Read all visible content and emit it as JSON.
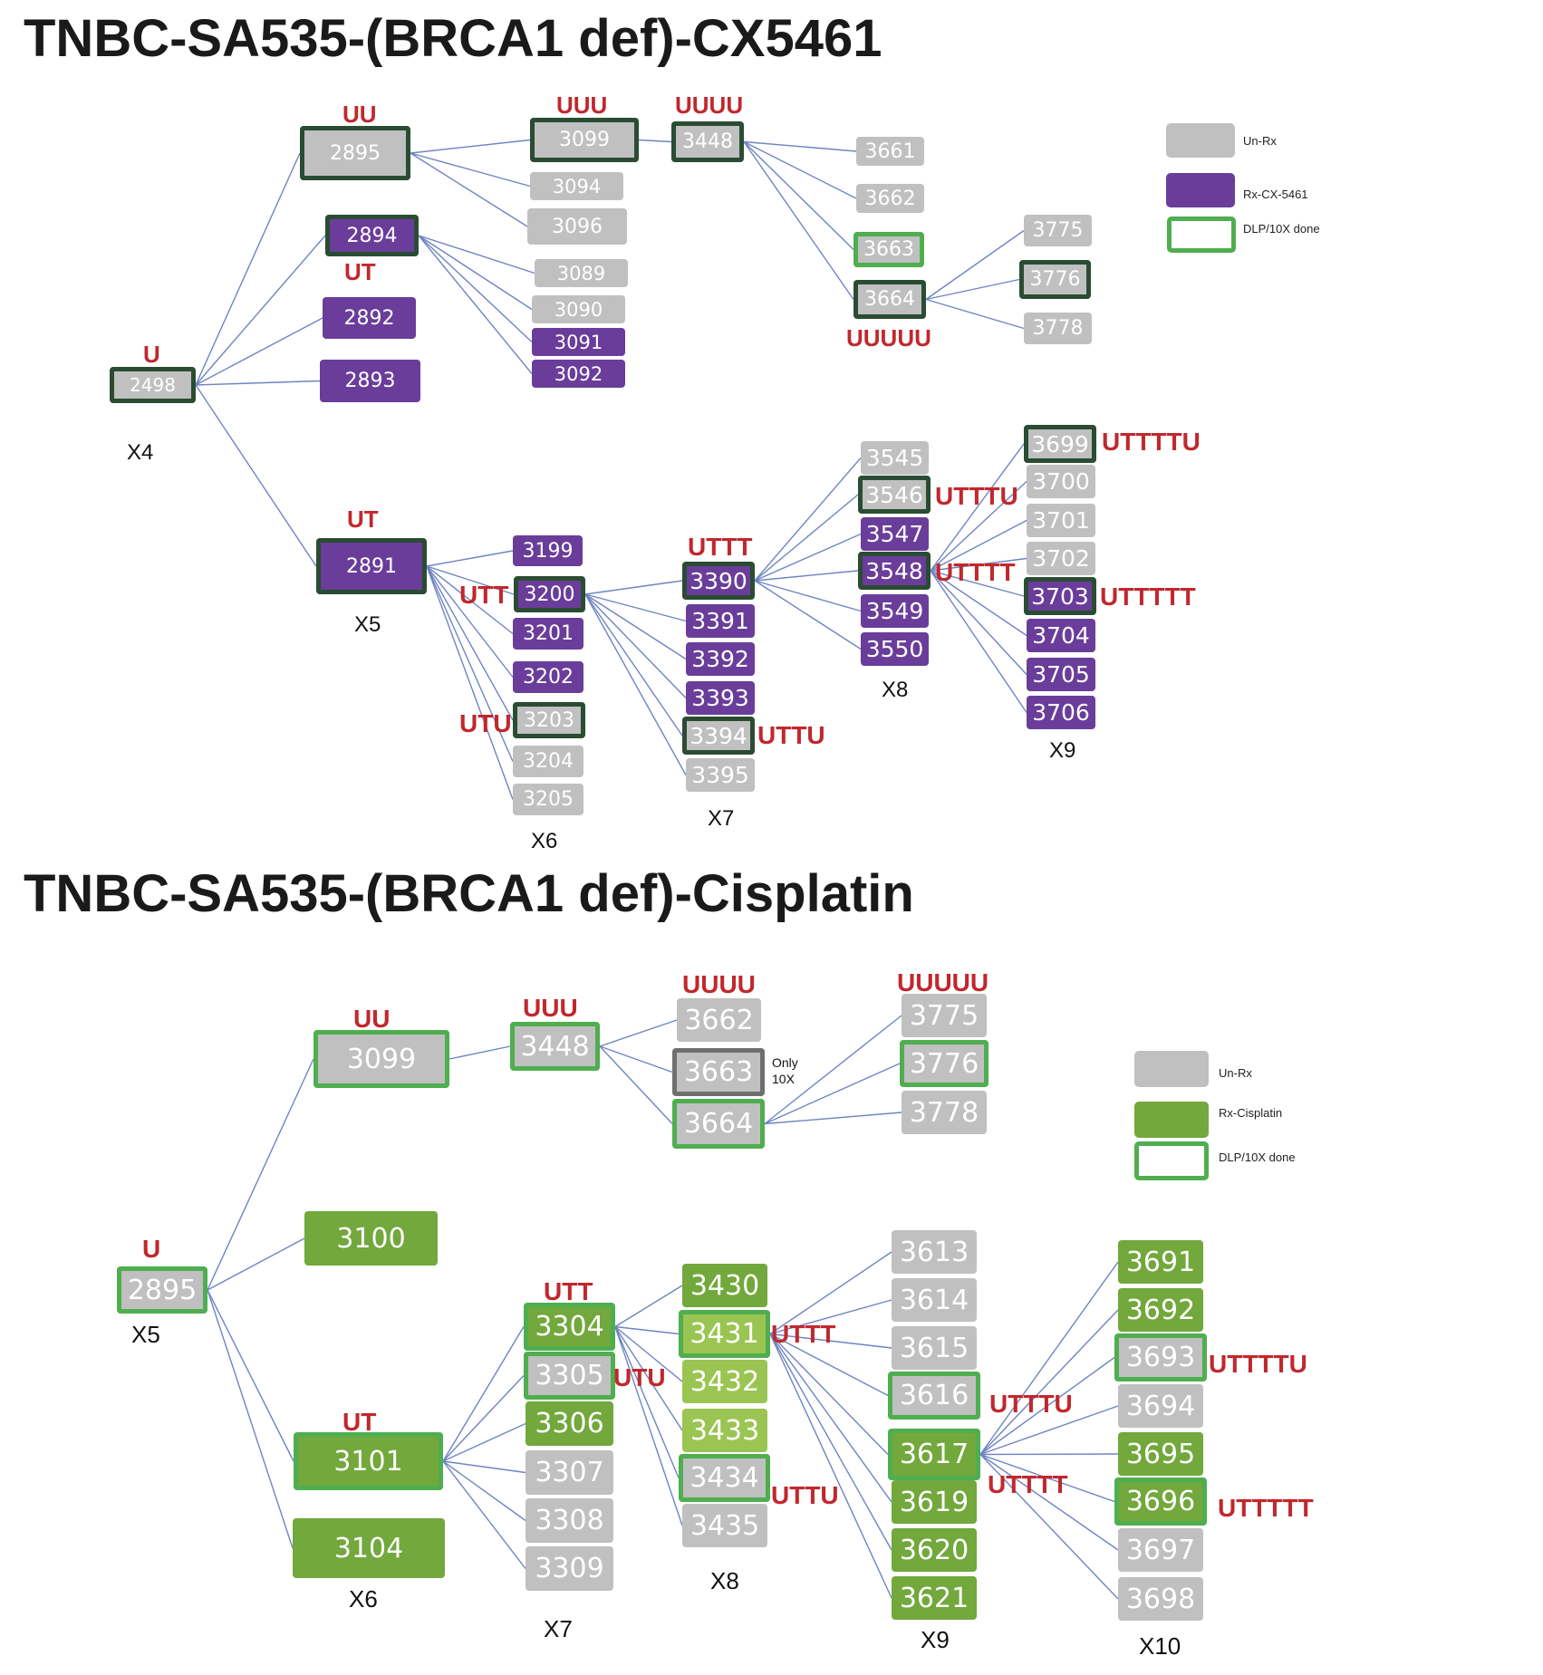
{
  "colors": {
    "unrx": "#c0c0c0",
    "purple": "#6a3d9a",
    "green": "#72a83c",
    "lightgreen": "#9ac552",
    "dlp_dark": "#2a4c33",
    "dlp_green": "#4fae4f",
    "edge": "#6f84c2",
    "tag": "#c0282d"
  },
  "panels": [
    {
      "title": "TNBC-SA535-(BRCA1 def)-CX5461",
      "legend": [
        {
          "label": "Un-Rx",
          "kind": "unrx"
        },
        {
          "label": "Rx-CX-5461",
          "kind": "treated"
        },
        {
          "label": "DLP/10X done",
          "kind": "outline"
        }
      ],
      "nodes": [
        {
          "id": "2498",
          "fill": "unrx",
          "outline": "dark"
        },
        {
          "id": "2895",
          "fill": "unrx",
          "outline": "dark"
        },
        {
          "id": "2894",
          "fill": "purple",
          "outline": "dark"
        },
        {
          "id": "2892",
          "fill": "purple",
          "outline": "none"
        },
        {
          "id": "2893",
          "fill": "purple",
          "outline": "none"
        },
        {
          "id": "2891",
          "fill": "purple",
          "outline": "dark"
        },
        {
          "id": "3099",
          "fill": "unrx",
          "outline": "dark"
        },
        {
          "id": "3094",
          "fill": "unrx",
          "outline": "none"
        },
        {
          "id": "3096",
          "fill": "unrx",
          "outline": "none"
        },
        {
          "id": "3089",
          "fill": "unrx",
          "outline": "none"
        },
        {
          "id": "3090",
          "fill": "unrx",
          "outline": "none"
        },
        {
          "id": "3091",
          "fill": "purple",
          "outline": "none"
        },
        {
          "id": "3092",
          "fill": "purple",
          "outline": "none"
        },
        {
          "id": "3448",
          "fill": "unrx",
          "outline": "dark"
        },
        {
          "id": "3661",
          "fill": "unrx",
          "outline": "none"
        },
        {
          "id": "3662",
          "fill": "unrx",
          "outline": "none"
        },
        {
          "id": "3663",
          "fill": "unrx",
          "outline": "green"
        },
        {
          "id": "3664",
          "fill": "unrx",
          "outline": "dark"
        },
        {
          "id": "3775",
          "fill": "unrx",
          "outline": "none"
        },
        {
          "id": "3776",
          "fill": "unrx",
          "outline": "dark"
        },
        {
          "id": "3778",
          "fill": "unrx",
          "outline": "none"
        },
        {
          "id": "3199",
          "fill": "purple",
          "outline": "none"
        },
        {
          "id": "3200",
          "fill": "purple",
          "outline": "dark"
        },
        {
          "id": "3201",
          "fill": "purple",
          "outline": "none"
        },
        {
          "id": "3202",
          "fill": "purple",
          "outline": "none"
        },
        {
          "id": "3203",
          "fill": "unrx",
          "outline": "dark"
        },
        {
          "id": "3204",
          "fill": "unrx",
          "outline": "none"
        },
        {
          "id": "3205",
          "fill": "unrx",
          "outline": "none"
        },
        {
          "id": "3390",
          "fill": "purple",
          "outline": "dark"
        },
        {
          "id": "3391",
          "fill": "purple",
          "outline": "none"
        },
        {
          "id": "3392",
          "fill": "purple",
          "outline": "none"
        },
        {
          "id": "3393",
          "fill": "purple",
          "outline": "none"
        },
        {
          "id": "3394",
          "fill": "unrx",
          "outline": "dark"
        },
        {
          "id": "3395",
          "fill": "unrx",
          "outline": "none"
        },
        {
          "id": "3545",
          "fill": "unrx",
          "outline": "none"
        },
        {
          "id": "3546",
          "fill": "unrx",
          "outline": "dark"
        },
        {
          "id": "3547",
          "fill": "purple",
          "outline": "none"
        },
        {
          "id": "3548",
          "fill": "purple",
          "outline": "dark"
        },
        {
          "id": "3549",
          "fill": "purple",
          "outline": "none"
        },
        {
          "id": "3550",
          "fill": "purple",
          "outline": "none"
        },
        {
          "id": "3699",
          "fill": "unrx",
          "outline": "dark"
        },
        {
          "id": "3700",
          "fill": "unrx",
          "outline": "none"
        },
        {
          "id": "3701",
          "fill": "unrx",
          "outline": "none"
        },
        {
          "id": "3702",
          "fill": "unrx",
          "outline": "none"
        },
        {
          "id": "3703",
          "fill": "purple",
          "outline": "dark"
        },
        {
          "id": "3704",
          "fill": "purple",
          "outline": "none"
        },
        {
          "id": "3705",
          "fill": "purple",
          "outline": "none"
        },
        {
          "id": "3706",
          "fill": "purple",
          "outline": "none"
        }
      ],
      "edges": [
        [
          "2498",
          "2895"
        ],
        [
          "2498",
          "2894"
        ],
        [
          "2498",
          "2892"
        ],
        [
          "2498",
          "2893"
        ],
        [
          "2498",
          "2891"
        ],
        [
          "2895",
          "3099"
        ],
        [
          "2895",
          "3094"
        ],
        [
          "2895",
          "3096"
        ],
        [
          "2894",
          "3089"
        ],
        [
          "2894",
          "3090"
        ],
        [
          "2894",
          "3091"
        ],
        [
          "2894",
          "3092"
        ],
        [
          "3099",
          "3448"
        ],
        [
          "3448",
          "3661"
        ],
        [
          "3448",
          "3662"
        ],
        [
          "3448",
          "3663"
        ],
        [
          "3448",
          "3664"
        ],
        [
          "3664",
          "3775"
        ],
        [
          "3664",
          "3776"
        ],
        [
          "3664",
          "3778"
        ],
        [
          "2891",
          "3199"
        ],
        [
          "2891",
          "3200"
        ],
        [
          "2891",
          "3201"
        ],
        [
          "2891",
          "3202"
        ],
        [
          "2891",
          "3203"
        ],
        [
          "2891",
          "3204"
        ],
        [
          "2891",
          "3205"
        ],
        [
          "3200",
          "3390"
        ],
        [
          "3200",
          "3391"
        ],
        [
          "3200",
          "3392"
        ],
        [
          "3200",
          "3393"
        ],
        [
          "3200",
          "3394"
        ],
        [
          "3200",
          "3395"
        ],
        [
          "3390",
          "3545"
        ],
        [
          "3390",
          "3546"
        ],
        [
          "3390",
          "3547"
        ],
        [
          "3390",
          "3548"
        ],
        [
          "3390",
          "3549"
        ],
        [
          "3390",
          "3550"
        ],
        [
          "3548",
          "3699"
        ],
        [
          "3548",
          "3700"
        ],
        [
          "3548",
          "3701"
        ],
        [
          "3548",
          "3702"
        ],
        [
          "3548",
          "3703"
        ],
        [
          "3548",
          "3704"
        ],
        [
          "3548",
          "3705"
        ],
        [
          "3548",
          "3706"
        ]
      ],
      "tags": [
        "U",
        "UU",
        "UT",
        "UUU",
        "UUUU",
        "UUUUU",
        "UT",
        "UTT",
        "UTU",
        "UTTT",
        "UTTU",
        "UTTTU",
        "UTTTT",
        "UTTTTU",
        "UTTTTT"
      ],
      "generations": [
        "X4",
        "X5",
        "X6",
        "X7",
        "X8",
        "X9"
      ]
    },
    {
      "title": "TNBC-SA535-(BRCA1 def)-Cisplatin",
      "legend": [
        {
          "label": "Un-Rx",
          "kind": "unrx"
        },
        {
          "label": "Rx-Cisplatin",
          "kind": "treated"
        },
        {
          "label": "DLP/10X done",
          "kind": "outline"
        }
      ],
      "note": [
        "Only",
        "10X"
      ],
      "nodes": [
        {
          "id": "2895",
          "fill": "unrx",
          "outline": "green"
        },
        {
          "id": "3099",
          "fill": "unrx",
          "outline": "green"
        },
        {
          "id": "3100",
          "fill": "green",
          "outline": "none"
        },
        {
          "id": "3101",
          "fill": "green",
          "outline": "green"
        },
        {
          "id": "3104",
          "fill": "green",
          "outline": "none"
        },
        {
          "id": "3448",
          "fill": "unrx",
          "outline": "green"
        },
        {
          "id": "3662",
          "fill": "unrx",
          "outline": "none"
        },
        {
          "id": "3663",
          "fill": "unrx",
          "outline": "gray"
        },
        {
          "id": "3664",
          "fill": "unrx",
          "outline": "green"
        },
        {
          "id": "3775",
          "fill": "unrx",
          "outline": "none"
        },
        {
          "id": "3776",
          "fill": "unrx",
          "outline": "green"
        },
        {
          "id": "3778",
          "fill": "unrx",
          "outline": "none"
        },
        {
          "id": "3304",
          "fill": "green",
          "outline": "green"
        },
        {
          "id": "3305",
          "fill": "unrx",
          "outline": "green"
        },
        {
          "id": "3306",
          "fill": "green",
          "outline": "none"
        },
        {
          "id": "3307",
          "fill": "unrx",
          "outline": "none"
        },
        {
          "id": "3308",
          "fill": "unrx",
          "outline": "none"
        },
        {
          "id": "3309",
          "fill": "unrx",
          "outline": "none"
        },
        {
          "id": "3430",
          "fill": "green",
          "outline": "none"
        },
        {
          "id": "3431",
          "fill": "lightgreen",
          "outline": "green"
        },
        {
          "id": "3432",
          "fill": "lightgreen",
          "outline": "none"
        },
        {
          "id": "3433",
          "fill": "lightgreen",
          "outline": "none"
        },
        {
          "id": "3434",
          "fill": "unrx",
          "outline": "green"
        },
        {
          "id": "3435",
          "fill": "unrx",
          "outline": "none"
        },
        {
          "id": "3613",
          "fill": "unrx",
          "outline": "none"
        },
        {
          "id": "3614",
          "fill": "unrx",
          "outline": "none"
        },
        {
          "id": "3615",
          "fill": "unrx",
          "outline": "none"
        },
        {
          "id": "3616",
          "fill": "unrx",
          "outline": "green"
        },
        {
          "id": "3617",
          "fill": "green",
          "outline": "green"
        },
        {
          "id": "3619",
          "fill": "green",
          "outline": "none"
        },
        {
          "id": "3620",
          "fill": "green",
          "outline": "none"
        },
        {
          "id": "3621",
          "fill": "green",
          "outline": "none"
        },
        {
          "id": "3691",
          "fill": "green",
          "outline": "none"
        },
        {
          "id": "3692",
          "fill": "green",
          "outline": "none"
        },
        {
          "id": "3693",
          "fill": "unrx",
          "outline": "green"
        },
        {
          "id": "3694",
          "fill": "unrx",
          "outline": "none"
        },
        {
          "id": "3695",
          "fill": "green",
          "outline": "none"
        },
        {
          "id": "3696",
          "fill": "green",
          "outline": "green"
        },
        {
          "id": "3697",
          "fill": "unrx",
          "outline": "none"
        },
        {
          "id": "3698",
          "fill": "unrx",
          "outline": "none"
        }
      ],
      "edges": [
        [
          "2895",
          "3099"
        ],
        [
          "2895",
          "3100"
        ],
        [
          "2895",
          "3101"
        ],
        [
          "2895",
          "3104"
        ],
        [
          "3099",
          "3448"
        ],
        [
          "3448",
          "3662"
        ],
        [
          "3448",
          "3663"
        ],
        [
          "3448",
          "3664"
        ],
        [
          "3664",
          "3775"
        ],
        [
          "3664",
          "3776"
        ],
        [
          "3664",
          "3778"
        ],
        [
          "3101",
          "3304"
        ],
        [
          "3101",
          "3305"
        ],
        [
          "3101",
          "3306"
        ],
        [
          "3101",
          "3307"
        ],
        [
          "3101",
          "3308"
        ],
        [
          "3101",
          "3309"
        ],
        [
          "3304",
          "3430"
        ],
        [
          "3304",
          "3431"
        ],
        [
          "3304",
          "3432"
        ],
        [
          "3304",
          "3433"
        ],
        [
          "3304",
          "3434"
        ],
        [
          "3304",
          "3435"
        ],
        [
          "3431",
          "3613"
        ],
        [
          "3431",
          "3614"
        ],
        [
          "3431",
          "3615"
        ],
        [
          "3431",
          "3616"
        ],
        [
          "3431",
          "3617"
        ],
        [
          "3431",
          "3619"
        ],
        [
          "3431",
          "3620"
        ],
        [
          "3431",
          "3621"
        ],
        [
          "3617",
          "3691"
        ],
        [
          "3617",
          "3692"
        ],
        [
          "3617",
          "3693"
        ],
        [
          "3617",
          "3694"
        ],
        [
          "3617",
          "3695"
        ],
        [
          "3617",
          "3696"
        ],
        [
          "3617",
          "3697"
        ],
        [
          "3617",
          "3698"
        ]
      ],
      "tags": [
        "U",
        "UU",
        "UUU",
        "UUUU",
        "UUUUU",
        "UT",
        "UTT",
        "UTU",
        "UTTT",
        "UTTU",
        "UTTTU",
        "UTTTT",
        "UTTTTU",
        "UTTTTT"
      ],
      "generations": [
        "X5",
        "X6",
        "X7",
        "X8",
        "X9",
        "X10"
      ]
    }
  ]
}
